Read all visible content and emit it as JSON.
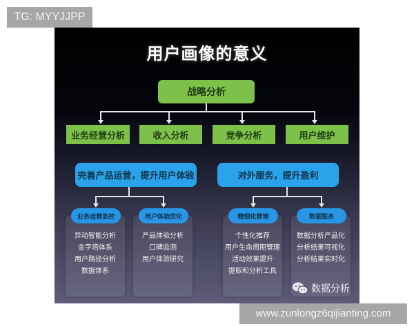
{
  "overlay": {
    "tag_label": "TG: MYYJJPP",
    "url_label": "www.zunlongz6qijianting.com"
  },
  "diagram": {
    "title": "用户画像的意义",
    "root": "战略分析",
    "level1": [
      "业务经营分析",
      "收入分析",
      "竞争分析",
      "用户维护"
    ],
    "goals": [
      "完善产品运营，提升用户体验",
      "对外服务，提升盈利"
    ],
    "groups": [
      {
        "label": "业务运营监控",
        "items": [
          "异动智能分析",
          "金字塔体系",
          "用户路径分析",
          "数据体系"
        ]
      },
      {
        "label": "用户体验优化",
        "items": [
          "产品体验分析",
          "口碑监测",
          "用户体验研究"
        ]
      },
      {
        "label": "精细化营销",
        "items": [
          "个性化推荐",
          "用户生命周期管理",
          "活动效果提升",
          "提取和分析工具"
        ]
      },
      {
        "label": "数据服务",
        "items": [
          "数据分析产品化",
          "分析结果可视化",
          "分析结果实时化"
        ]
      }
    ],
    "watermark": "数据分析",
    "colors": {
      "green": "#7ec14a",
      "blue": "#2aa3ea",
      "pill": "#2896e4"
    }
  }
}
